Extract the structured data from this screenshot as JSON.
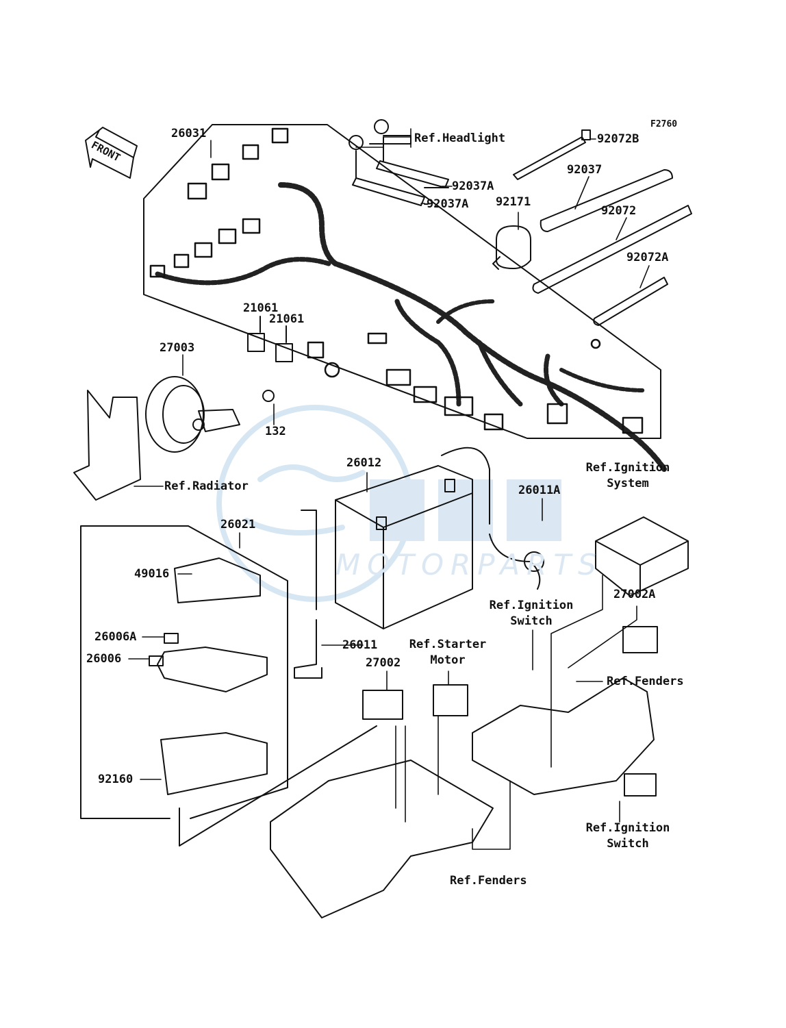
{
  "diagram_code": "F2760",
  "front_label": "FRONT",
  "watermark": {
    "text": "MOTORPARTS"
  },
  "parts": {
    "p26031": "26031",
    "p21061a": "21061",
    "p21061b": "21061",
    "p27003": "27003",
    "p132": "132",
    "p92037A_1": "92037A",
    "p92037A_2": "92037A",
    "p92072B": "92072B",
    "p92037": "92037",
    "p92171": "92171",
    "p92072": "92072",
    "p92072A": "92072A",
    "p26012": "26012",
    "p26011A": "26011A",
    "p26021": "26021",
    "p49016": "49016",
    "p26006A": "26006A",
    "p26006": "26006",
    "p92160": "92160",
    "p26011": "26011",
    "p27002": "27002",
    "p27002A": "27002A"
  },
  "refs": {
    "headlight": "Ref.Headlight",
    "radiator": "Ref.Radiator",
    "ignition_system_1": "Ref.Ignition",
    "ignition_system_2": "System",
    "ignition_switch_top_1": "Ref.Ignition",
    "ignition_switch_top_2": "Switch",
    "starter_motor_1": "Ref.Starter",
    "starter_motor_2": "Motor",
    "fenders_right": "Ref.Fenders",
    "fenders_bottom": "Ref.Fenders",
    "ignition_switch_bottom_1": "Ref.Ignition",
    "ignition_switch_bottom_2": "Switch"
  }
}
